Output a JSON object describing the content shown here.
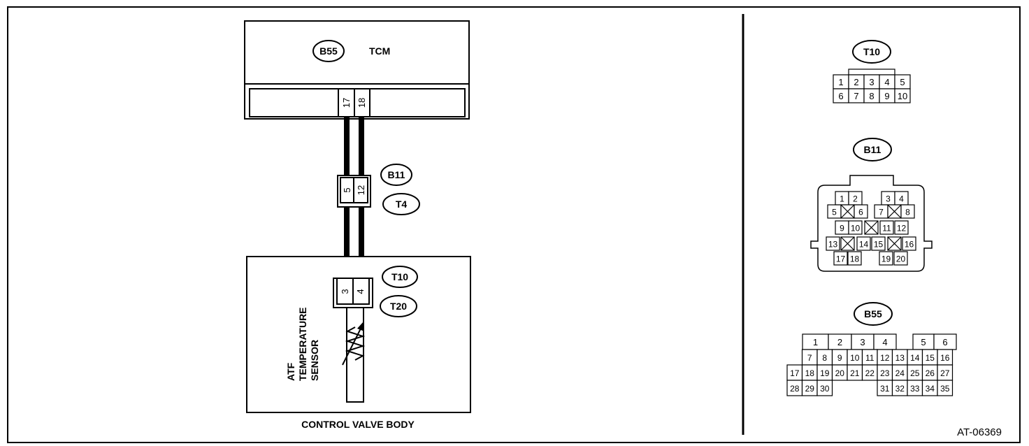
{
  "diagram_id": "AT-06369",
  "tcm": {
    "connector": "B55",
    "label": "TCM",
    "pins": [
      "17",
      "18"
    ]
  },
  "mid_connectors": {
    "upper": "B11",
    "lower": "T4",
    "pins": [
      "5",
      "12"
    ]
  },
  "sensor_connectors": {
    "upper": "T10",
    "lower": "T20",
    "pins": [
      "3",
      "4"
    ]
  },
  "sensor_label": [
    "ATF",
    "TEMPERATURE",
    "SENSOR"
  ],
  "body_label": "CONTROL VALVE BODY",
  "connector_views": {
    "t10": {
      "name": "T10",
      "row1": [
        "1",
        "2",
        "3",
        "4",
        "5"
      ],
      "row2": [
        "6",
        "7",
        "8",
        "9",
        "10"
      ]
    },
    "b11": {
      "name": "B11",
      "pins": [
        "1",
        "2",
        "3",
        "4",
        "5",
        "6",
        "7",
        "8",
        "9",
        "10",
        "11",
        "12",
        "13",
        "14",
        "15",
        "16",
        "17",
        "18",
        "19",
        "20"
      ]
    },
    "b55": {
      "name": "B55",
      "row1": [
        "1",
        "2",
        "3",
        "4",
        "5",
        "6"
      ],
      "row2": [
        "7",
        "8",
        "9",
        "10",
        "11",
        "12",
        "13",
        "14",
        "15",
        "16"
      ],
      "row3": [
        "17",
        "18",
        "19",
        "20",
        "21",
        "22",
        "23",
        "24",
        "25",
        "26",
        "27"
      ],
      "row4": [
        "28",
        "29",
        "30",
        "31",
        "32",
        "33",
        "34",
        "35"
      ]
    }
  }
}
